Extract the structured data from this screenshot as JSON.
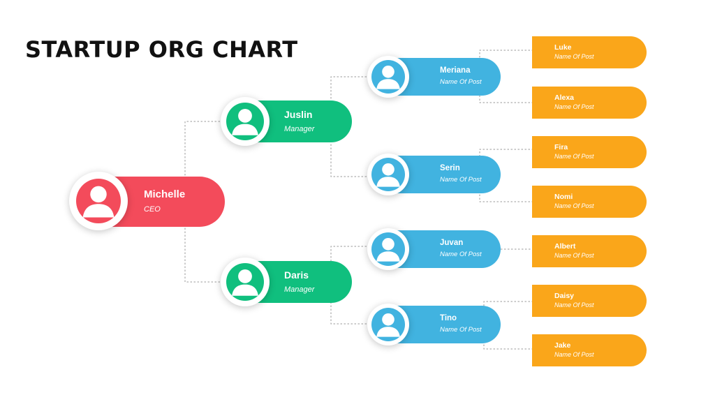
{
  "title": "STARTUP ORG CHART",
  "colors": {
    "ceo": "#F34B5B",
    "manager": "#10BF7E",
    "lead": "#41B3E0",
    "staff": "#FAA61A",
    "connector": "#9a9a9a"
  },
  "ceo": {
    "name": "Michelle",
    "post": "CEO",
    "icon": "person-icon"
  },
  "managers": [
    {
      "name": "Juslin",
      "post": "Manager",
      "icon": "person-icon"
    },
    {
      "name": "Daris",
      "post": "Manager",
      "icon": "person-icon"
    }
  ],
  "leads": [
    {
      "name": "Meriana",
      "post": "Name Of Post",
      "icon": "person-icon"
    },
    {
      "name": "Serin",
      "post": "Name Of Post",
      "icon": "person-icon"
    },
    {
      "name": "Juvan",
      "post": "Name Of Post",
      "icon": "person-icon"
    },
    {
      "name": "Tino",
      "post": "Name Of Post",
      "icon": "person-icon"
    }
  ],
  "staff": [
    {
      "name": "Luke",
      "post": "Name Of Post"
    },
    {
      "name": "Alexa",
      "post": "Name Of Post"
    },
    {
      "name": "Fira",
      "post": "Name Of Post"
    },
    {
      "name": "Nomi",
      "post": "Name Of Post"
    },
    {
      "name": "Albert",
      "post": "Name Of Post"
    },
    {
      "name": "Daisy",
      "post": "Name Of Post"
    },
    {
      "name": "Jake",
      "post": "Name Of Post"
    }
  ]
}
